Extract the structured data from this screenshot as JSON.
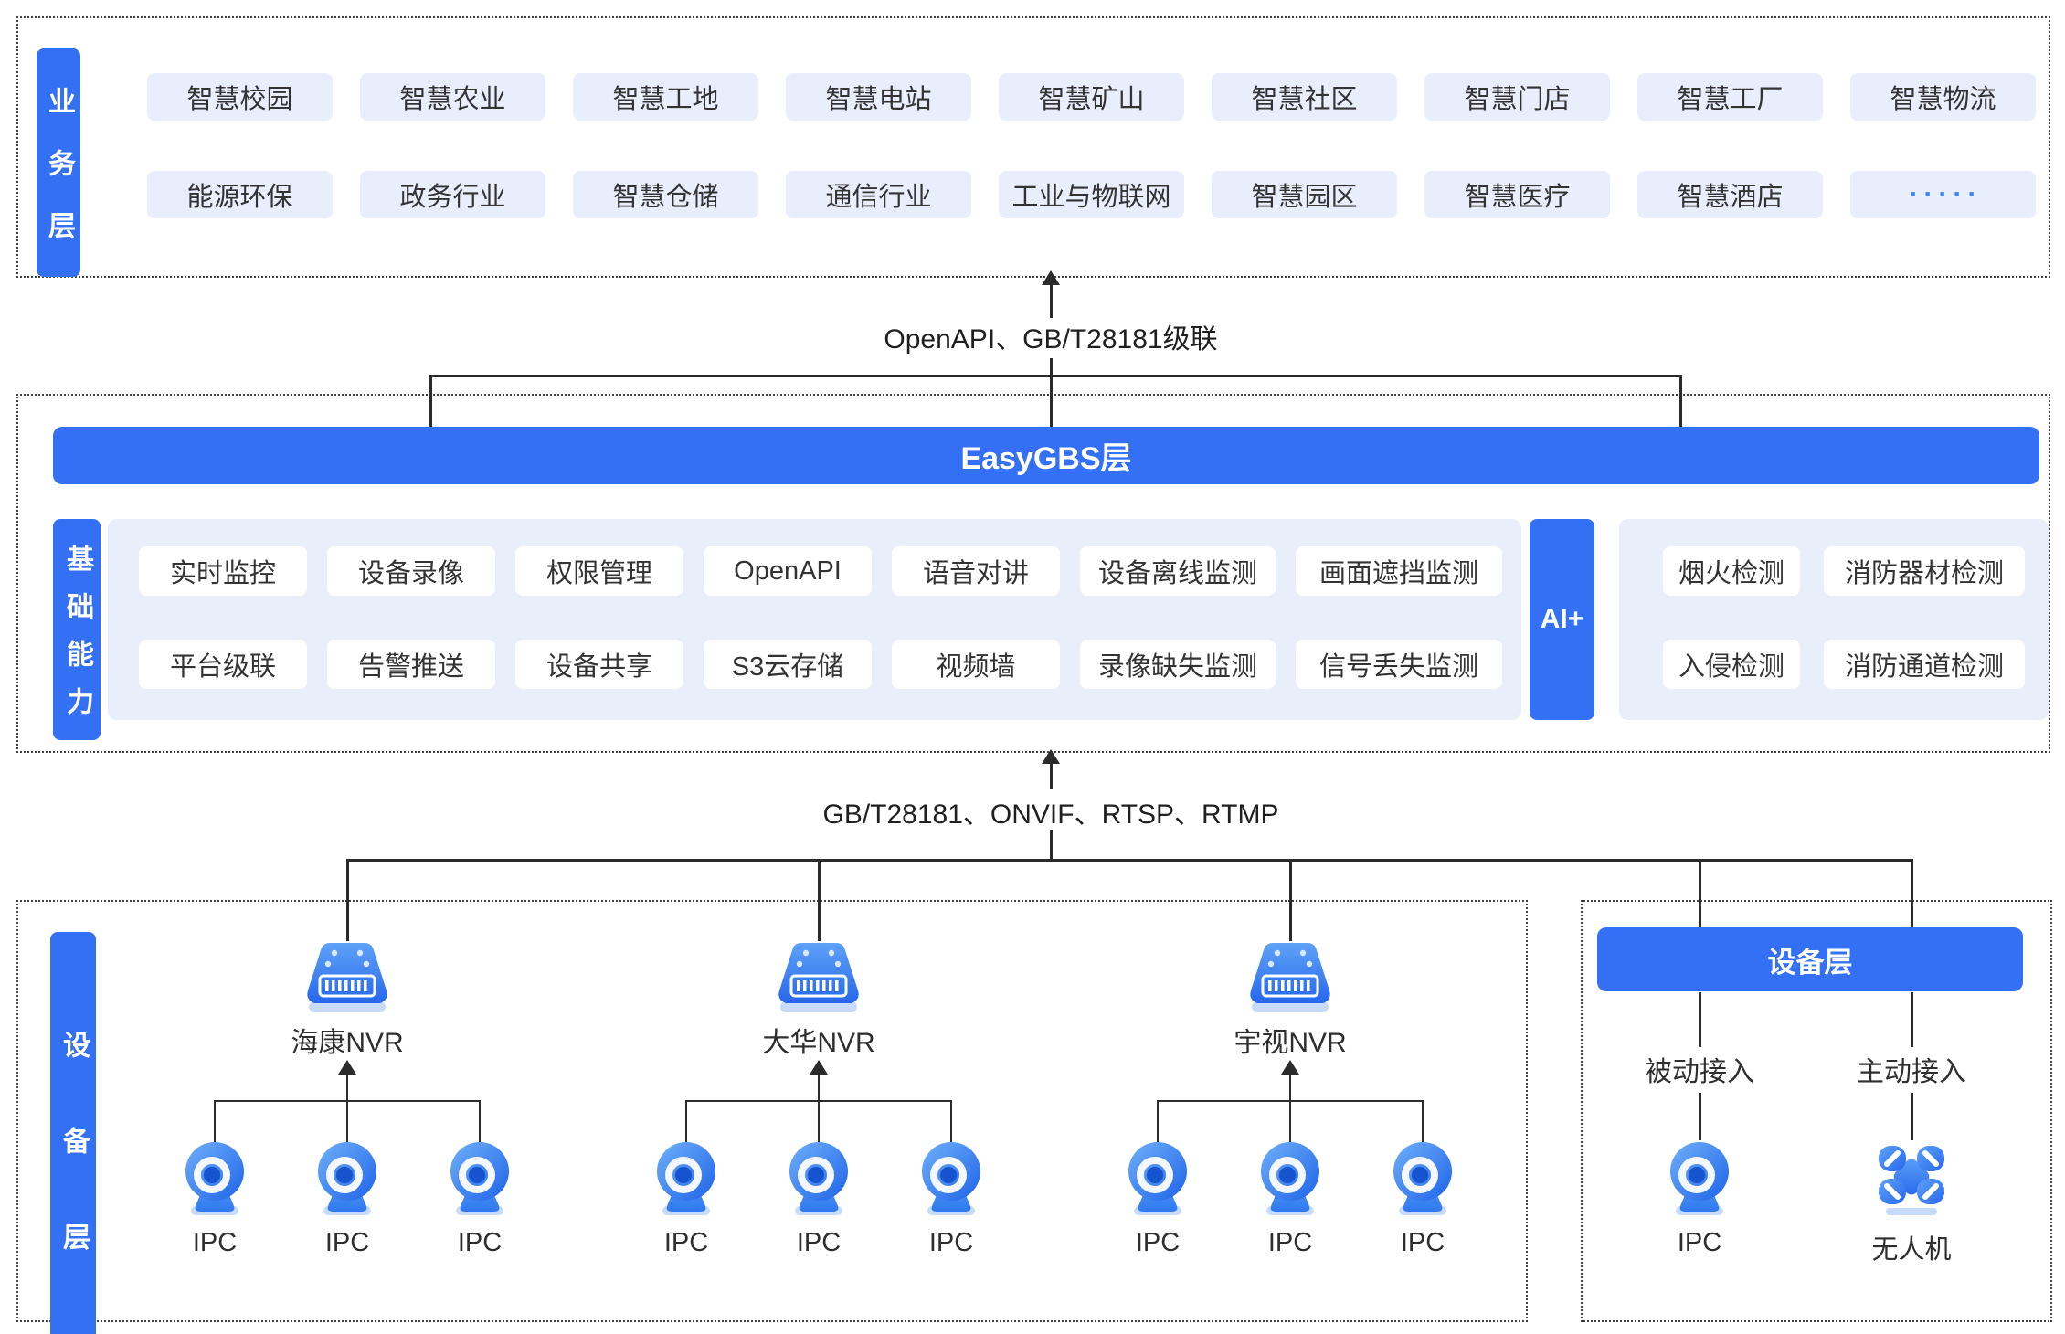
{
  "business_layer": {
    "label": "业务层",
    "row1": [
      "智慧校园",
      "智慧农业",
      "智慧工地",
      "智慧电站",
      "智慧矿山",
      "智慧社区",
      "智慧门店",
      "智慧工厂",
      "智慧物流"
    ],
    "row2": [
      "能源环保",
      "政务行业",
      "智慧仓储",
      "通信行业",
      "工业与物联网",
      "智慧园区",
      "智慧医疗",
      "智慧酒店",
      "·····"
    ]
  },
  "link_top": {
    "label": "OpenAPI、GB/T28181级联"
  },
  "platform_layer": {
    "banner": "EasyGBS层",
    "capability": {
      "label": "基础能力",
      "row1": [
        "实时监控",
        "设备录像",
        "权限管理",
        "OpenAPI",
        "语音对讲",
        "设备离线监测",
        "画面遮挡监测"
      ],
      "row2": [
        "平台级联",
        "告警推送",
        "设备共享",
        "S3云存储",
        "视频墙",
        "录像缺失监测",
        "信号丢失监测"
      ]
    },
    "ai": {
      "label": "AI+",
      "row1": [
        "烟火检测",
        "消防器材检测"
      ],
      "row2": [
        "入侵检测",
        "消防通道检测"
      ]
    }
  },
  "link_bottom": {
    "label": "GB/T28181、ONVIF、RTSP、RTMP"
  },
  "device_layer": {
    "label": "设备层",
    "nvr_groups": [
      {
        "name": "海康NVR",
        "icon": "nvr-recorder-icon",
        "cameras": [
          "IPC",
          "IPC",
          "IPC"
        ]
      },
      {
        "name": "大华NVR",
        "icon": "nvr-recorder-icon",
        "cameras": [
          "IPC",
          "IPC",
          "IPC"
        ]
      },
      {
        "name": "宇视NVR",
        "icon": "nvr-recorder-icon",
        "cameras": [
          "IPC",
          "IPC",
          "IPC"
        ]
      }
    ]
  },
  "device_layer_right": {
    "banner": "设备层",
    "columns": [
      {
        "access": "被动接入",
        "device_label": "IPC",
        "icon": "ipc-camera-icon"
      },
      {
        "access": "主动接入",
        "device_label": "无人机",
        "icon": "drone-icon"
      }
    ]
  },
  "colors": {
    "accent": "#3370F3",
    "chip_bg": "#E8EEFC",
    "panel_bg": "#E9EEFB",
    "line": "#2B2B2B",
    "text_dark": "#333333",
    "dots_blue": "#3B82F6"
  }
}
